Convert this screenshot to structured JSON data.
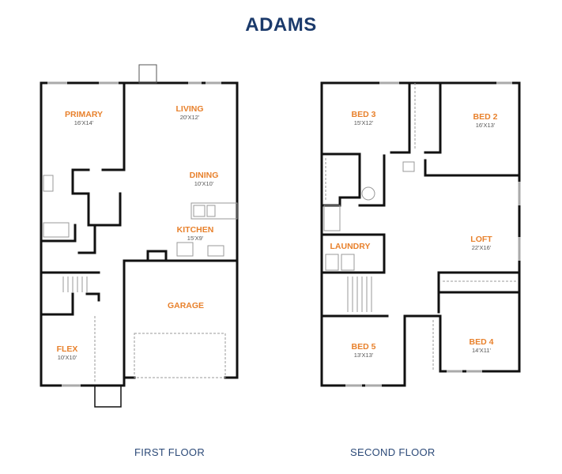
{
  "title": "ADAMS",
  "colors": {
    "title": "#1b3a6b",
    "room_label": "#e8812c",
    "wall": "#111111",
    "window": "#aaaaaa"
  },
  "floors": [
    {
      "label": "FIRST FLOOR",
      "rooms": [
        {
          "name": "PRIMARY",
          "dims": "16'X14'"
        },
        {
          "name": "LIVING",
          "dims": "20'X12'"
        },
        {
          "name": "DINING",
          "dims": "10'X10'"
        },
        {
          "name": "KITCHEN",
          "dims": "15'X9'"
        },
        {
          "name": "GARAGE",
          "dims": ""
        },
        {
          "name": "FLEX",
          "dims": "10'X10'"
        }
      ]
    },
    {
      "label": "SECOND FLOOR",
      "rooms": [
        {
          "name": "BED 3",
          "dims": "15'X12'"
        },
        {
          "name": "BED 2",
          "dims": "16'X13'"
        },
        {
          "name": "LAUNDRY",
          "dims": ""
        },
        {
          "name": "LOFT",
          "dims": "22'X16'"
        },
        {
          "name": "BED 5",
          "dims": "13'X13'"
        },
        {
          "name": "BED 4",
          "dims": "14'X11'"
        }
      ]
    }
  ]
}
